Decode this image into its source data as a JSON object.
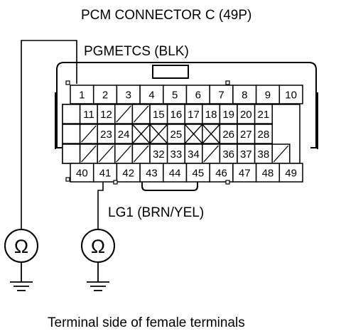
{
  "title": "PCM CONNECTOR C (49P)",
  "wire_top": "PGMETCS (BLK)",
  "wire_bottom": "LG1 (BRN/YEL)",
  "caption": "Terminal side of female terminals",
  "ohm_symbol": "Ω",
  "icons": [
    "ohmmeter-icon",
    "ground-icon",
    "connector-icon"
  ],
  "connector": {
    "pin_count": 49,
    "row1": [
      "1",
      "2",
      "3",
      "4",
      "5",
      "6",
      "7",
      "8",
      "9",
      "10"
    ],
    "row2": [
      "",
      "11",
      "12",
      "/",
      "/",
      "15",
      "16",
      "17",
      "18",
      "19",
      "20",
      "21"
    ],
    "row3": [
      "",
      "/",
      "23",
      "24",
      "X",
      "X",
      "25",
      "X",
      "X",
      "26",
      "27",
      "28"
    ],
    "row4": [
      "",
      "/",
      "/",
      "/",
      "/",
      "32",
      "33",
      "34",
      "/",
      "36",
      "37",
      "38",
      "/"
    ],
    "row5": [
      "40",
      "41",
      "42",
      "43",
      "44",
      "45",
      "46",
      "47",
      "48",
      "49"
    ],
    "probe_pins": [
      "1",
      "41"
    ]
  }
}
